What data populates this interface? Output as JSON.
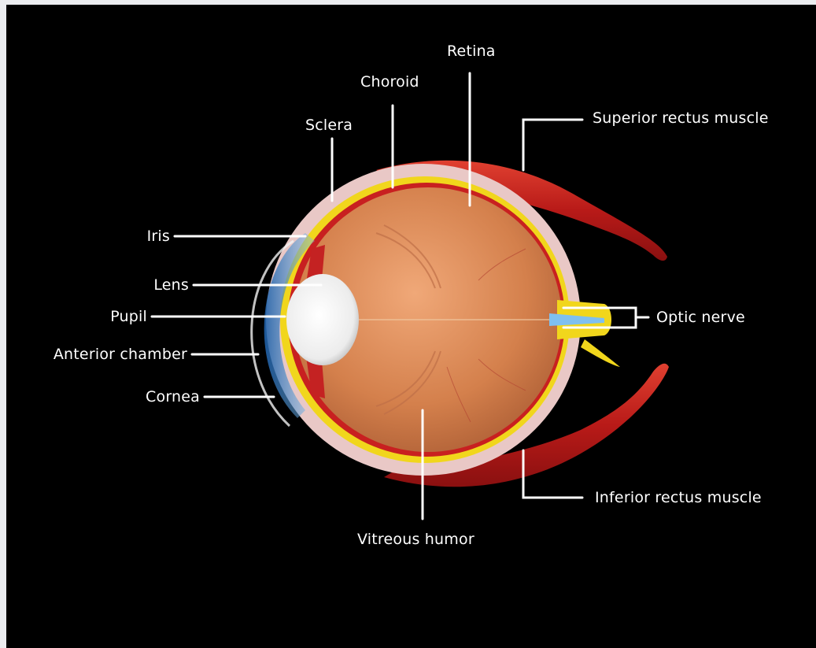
{
  "diagram": {
    "labels": {
      "retina": "Retina",
      "choroid": "Choroid",
      "sclera": "Sclera",
      "superior_rectus": "Superior rectus muscle",
      "iris": "Iris",
      "lens": "Lens",
      "pupil": "Pupil",
      "anterior_chamber": "Anterior chamber",
      "cornea": "Cornea",
      "optic_nerve": "Optic nerve",
      "inferior_rectus": "Inferior rectus muscle",
      "vitreous_humor": "Vitreous humor"
    },
    "colors": {
      "background": "#000000",
      "sclera": "#e9c8c6",
      "choroid": "#f1d61c",
      "retina": "#c82020",
      "vitreous": "#d98a55",
      "muscle": "#c2201c",
      "lens": "#f2f2f2",
      "cornea": "#3a8fd8",
      "leader_line": "#ffffff"
    }
  }
}
